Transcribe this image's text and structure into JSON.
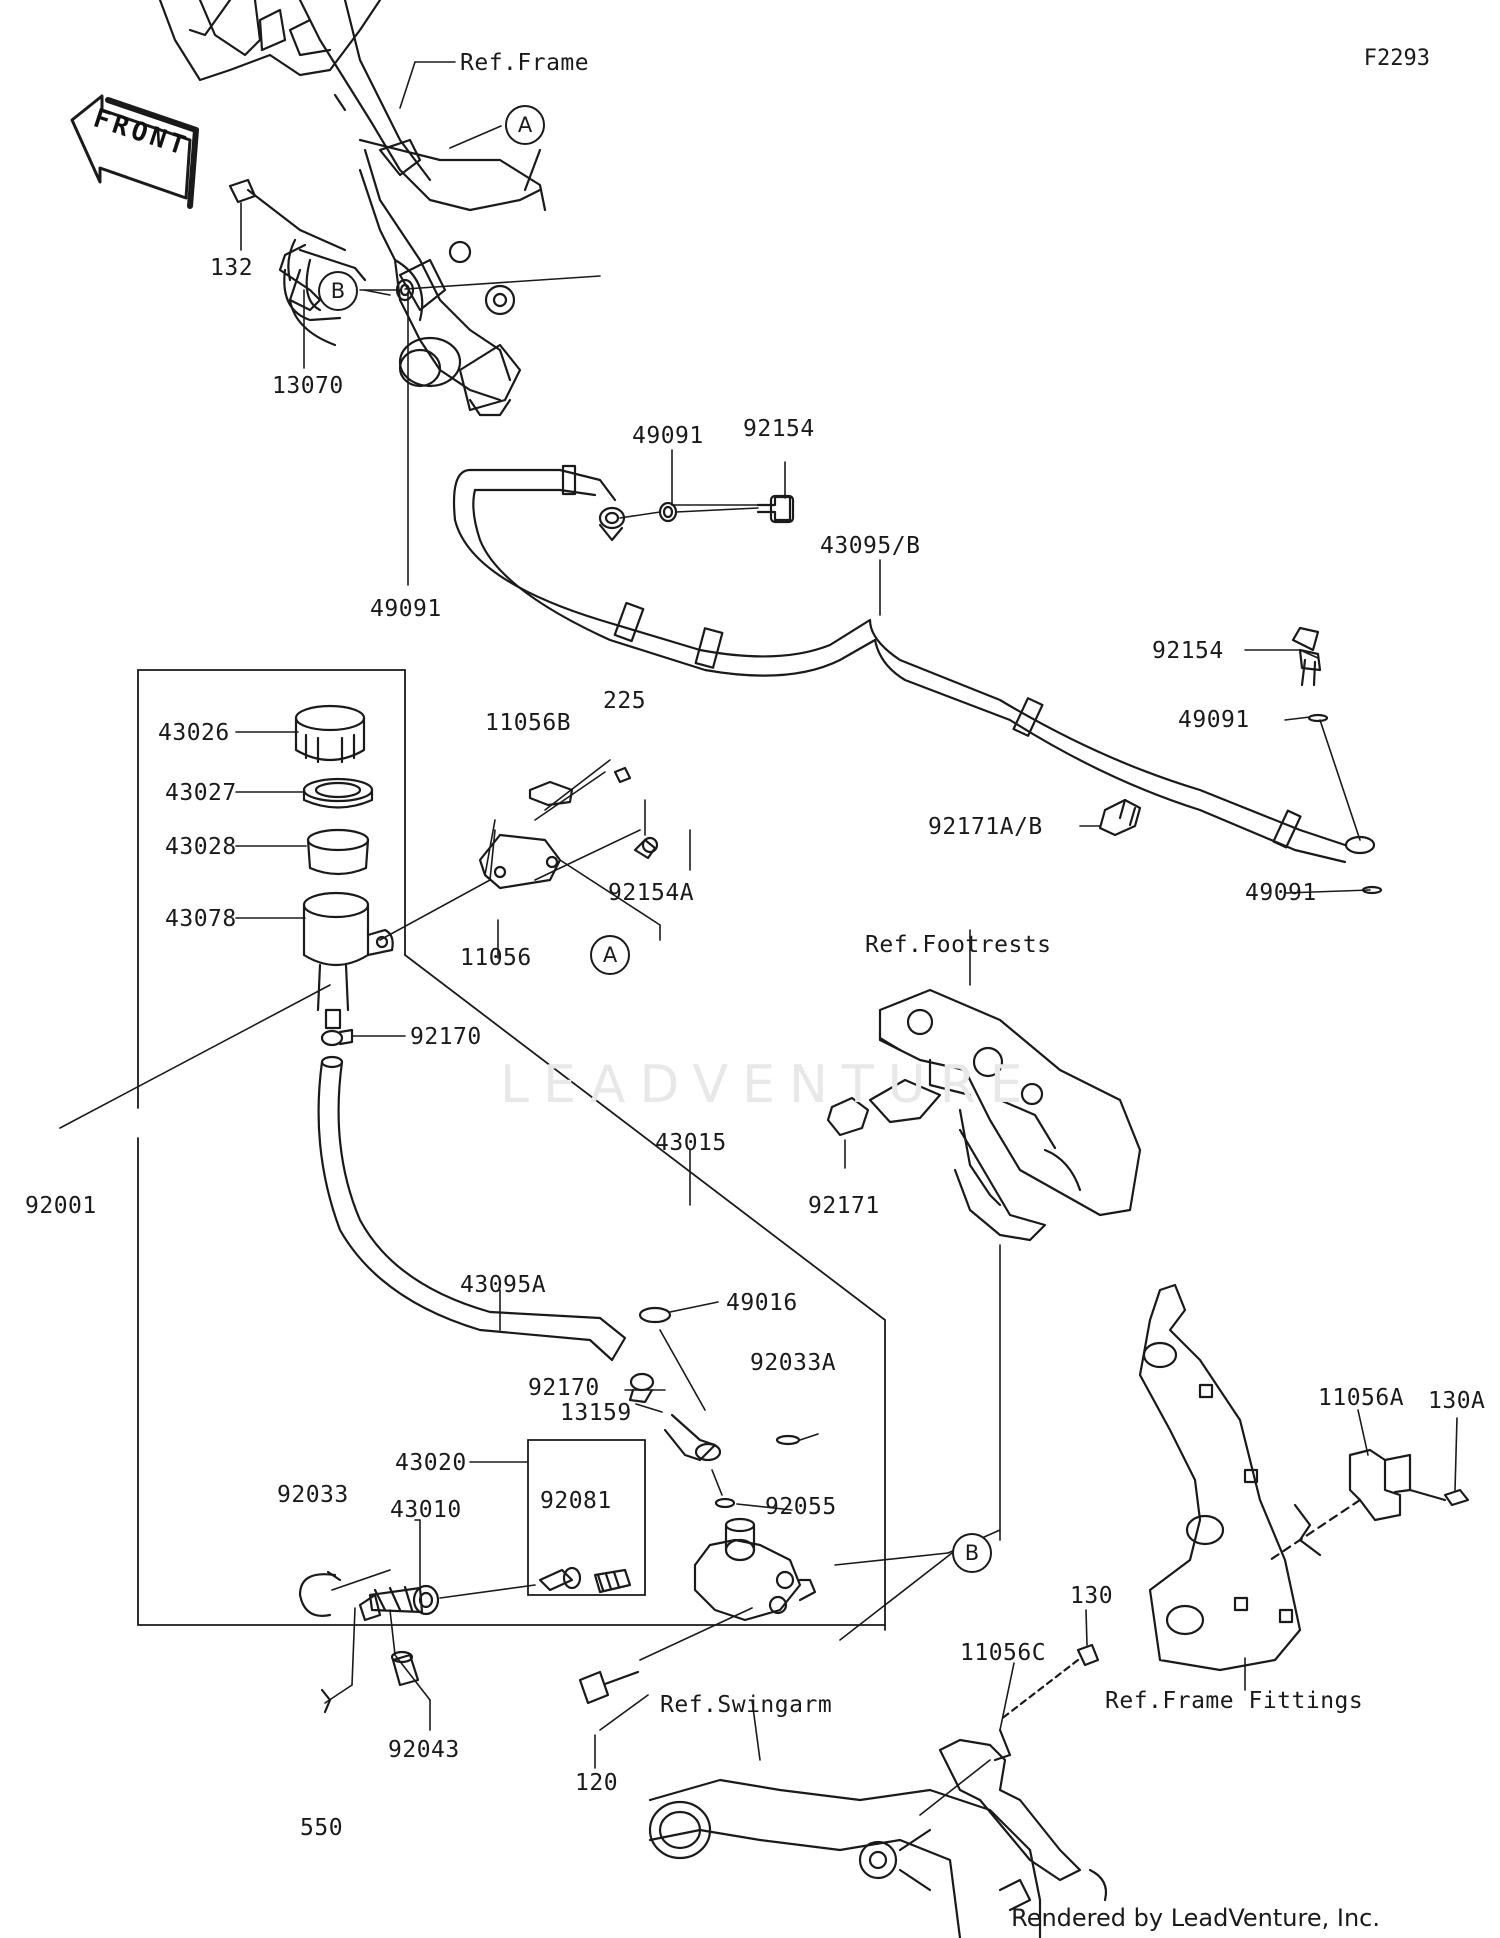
{
  "diagram_code": "F2293",
  "front_label": "FRONT",
  "watermark": "LEADVENTURE",
  "credit": "Rendered by LeadVenture, Inc.",
  "circle_markers": {
    "a_top": "A",
    "a_bottom": "A",
    "b_left": "B",
    "b_right": "B"
  },
  "refs": {
    "frame": "Ref.Frame",
    "footrests": "Ref.Footrests",
    "swingarm": "Ref.Swingarm",
    "frame_fittings": "Ref.Frame Fittings"
  },
  "parts": {
    "p132": "132",
    "p13070": "13070",
    "p49091_top": "49091",
    "p92154_top": "92154",
    "p49091_left": "49091",
    "p43095b": "43095/B",
    "p92154_right": "92154",
    "p49091_right1": "49091",
    "p92171ab": "92171A/B",
    "p49091_right2": "49091",
    "p43026": "43026",
    "p43027": "43027",
    "p43028": "43028",
    "p43078": "43078",
    "p11056b": "11056B",
    "p225": "225",
    "p92154a": "92154A",
    "p11056": "11056",
    "p92170_top": "92170",
    "p92001": "92001",
    "p43015": "43015",
    "p92171": "92171",
    "p43095a": "43095A",
    "p49016": "49016",
    "p92170_mid": "92170",
    "p92033a": "92033A",
    "p13159": "13159",
    "p43020": "43020",
    "p92033": "92033",
    "p43010": "43010",
    "p92081": "92081",
    "p92055": "92055",
    "p11056a": "11056A",
    "p130a": "130A",
    "p130": "130",
    "p11056c": "11056C",
    "p120": "120",
    "p92043": "92043",
    "p550": "550"
  }
}
